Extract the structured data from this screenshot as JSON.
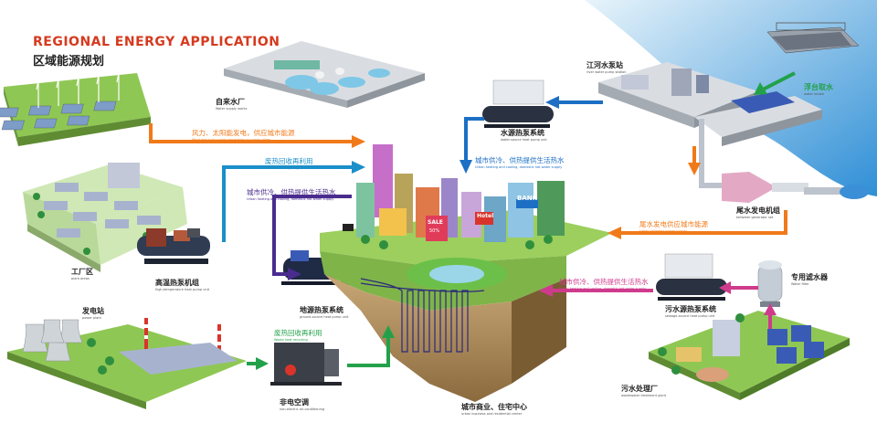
{
  "title": {
    "en": "REGIONAL ENERGY APPLICATION",
    "zh": "区域能源规划"
  },
  "nodes": {
    "water_plant": {
      "zh": "自来水厂",
      "en": "Water supply works"
    },
    "river_pump": {
      "zh": "江河水泵站",
      "en": "river water pump station"
    },
    "float_intake": {
      "zh": "浮台取水",
      "en": "water intake"
    },
    "water_source_hp": {
      "zh": "水源热泵系统",
      "en": "water-source heat pump unit"
    },
    "tailwater_gen": {
      "zh": "尾水发电机组",
      "en": "tailwater generator set"
    },
    "industrial": {
      "zh": "工厂区",
      "en": "plant areas"
    },
    "high_temp_hp": {
      "zh": "高温热泵机组",
      "en": "high-temperature heat pump unit"
    },
    "ground_hp": {
      "zh": "地源热泵系统",
      "en": "ground-source heat pump unit"
    },
    "power_station": {
      "zh": "发电站",
      "en": "power plant"
    },
    "non_electric_ac": {
      "zh": "非电空调",
      "en": "non-electric air-conditioning"
    },
    "city_center": {
      "zh": "城市商业、住宅中心",
      "en": "urban business and residential center"
    },
    "sewage_plant": {
      "zh": "污水处理厂",
      "en": "wastewater treatment plant"
    },
    "sewage_hp": {
      "zh": "污水源热泵系统",
      "en": "sewage-source heat pump unit"
    },
    "filter": {
      "zh": "专用滤水器",
      "en": "Water filter"
    }
  },
  "flows": {
    "wind_solar": {
      "zh": "风力、太阳能发电，供应城市能源",
      "en": "Wind and solar power generation to supply cities"
    },
    "waste_heat_1": {
      "zh": "废热回收再利用",
      "en": "Waste heat recycling"
    },
    "city_heat_1": {
      "zh": "城市供冷、供热提供生活热水",
      "en": "Urban heating and cooling, domestic hot water supply"
    },
    "city_heat_2": {
      "zh": "城市供冷、供热提供生活热水",
      "en": "Urban heating and cooling, domestic hot water supply"
    },
    "tailwater_power": {
      "zh": "尾水发电供应城市能源",
      "en": "Urban tailwater power supply"
    },
    "city_heat_3": {
      "zh": "城市供冷、供热提供生活热水",
      "en": "Urban heating and cooling, domestic hot water supply"
    },
    "waste_heat_2": {
      "zh": "废热回收再利用",
      "en": "Waste heat recycling"
    }
  },
  "signs": {
    "sale": "SALE",
    "sale_pct": "50%",
    "hotel": "Hotel",
    "bank": "BANK"
  },
  "colors": {
    "orange": "#f07a1a",
    "blue": "#1c6fc4",
    "green": "#23a14a",
    "purple": "#4a2c8f",
    "pink": "#cf3b8c",
    "cyan": "#1a8fc9"
  }
}
